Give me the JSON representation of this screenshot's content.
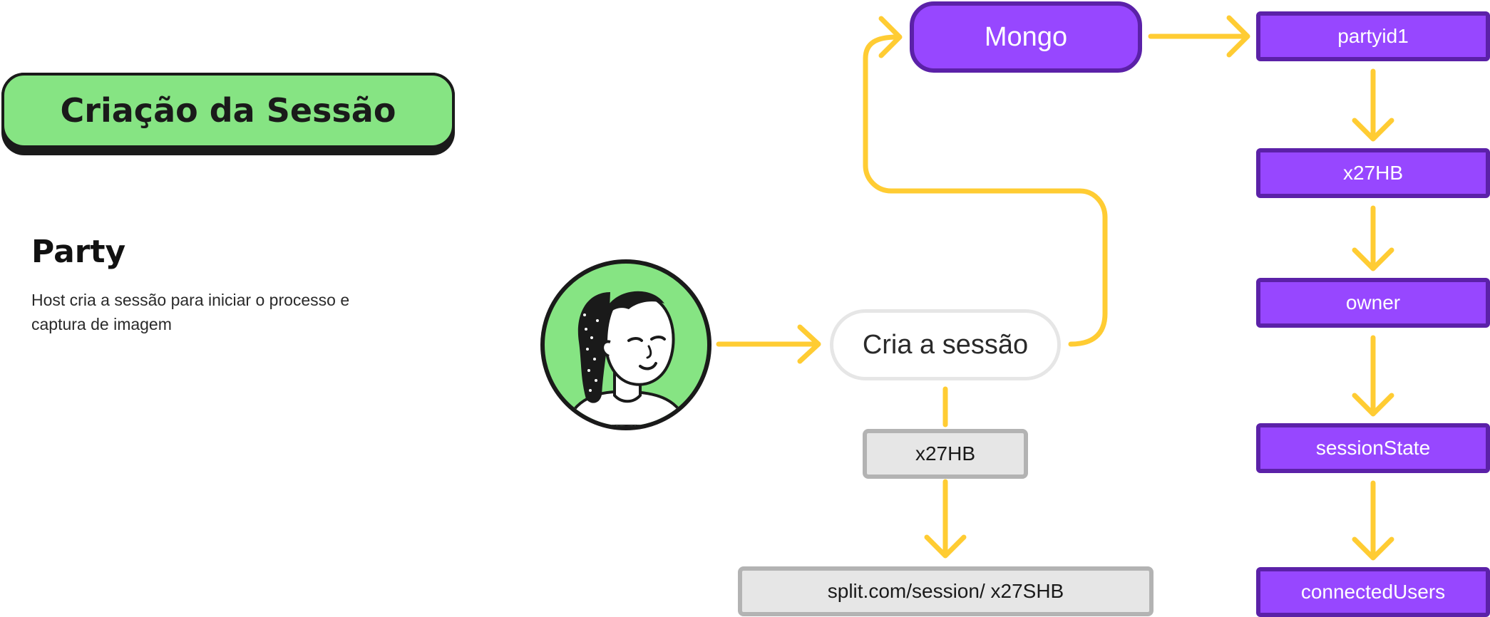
{
  "title": "Criação da Sessão",
  "party": {
    "heading": "Party",
    "description": "Host cria a sessão para iniciar o processo e captura de imagem"
  },
  "flow": {
    "session_node": "Cria a sessão",
    "session_code": "x27HB",
    "session_url": "split.com/session/ x27SHB",
    "database": "Mongo",
    "fields": [
      "partyid1",
      "x27HB",
      "owner",
      "sessionState",
      "connectedUsers"
    ]
  },
  "colors": {
    "accent_green": "#86e483",
    "purple_fill": "#9747ff",
    "purple_border": "#5b21a8",
    "arrow_yellow": "#ffcc33",
    "grey_fill": "#e6e6e6",
    "grey_border": "#b3b3b3"
  },
  "icons": {
    "avatar": "host-avatar-illustration"
  }
}
